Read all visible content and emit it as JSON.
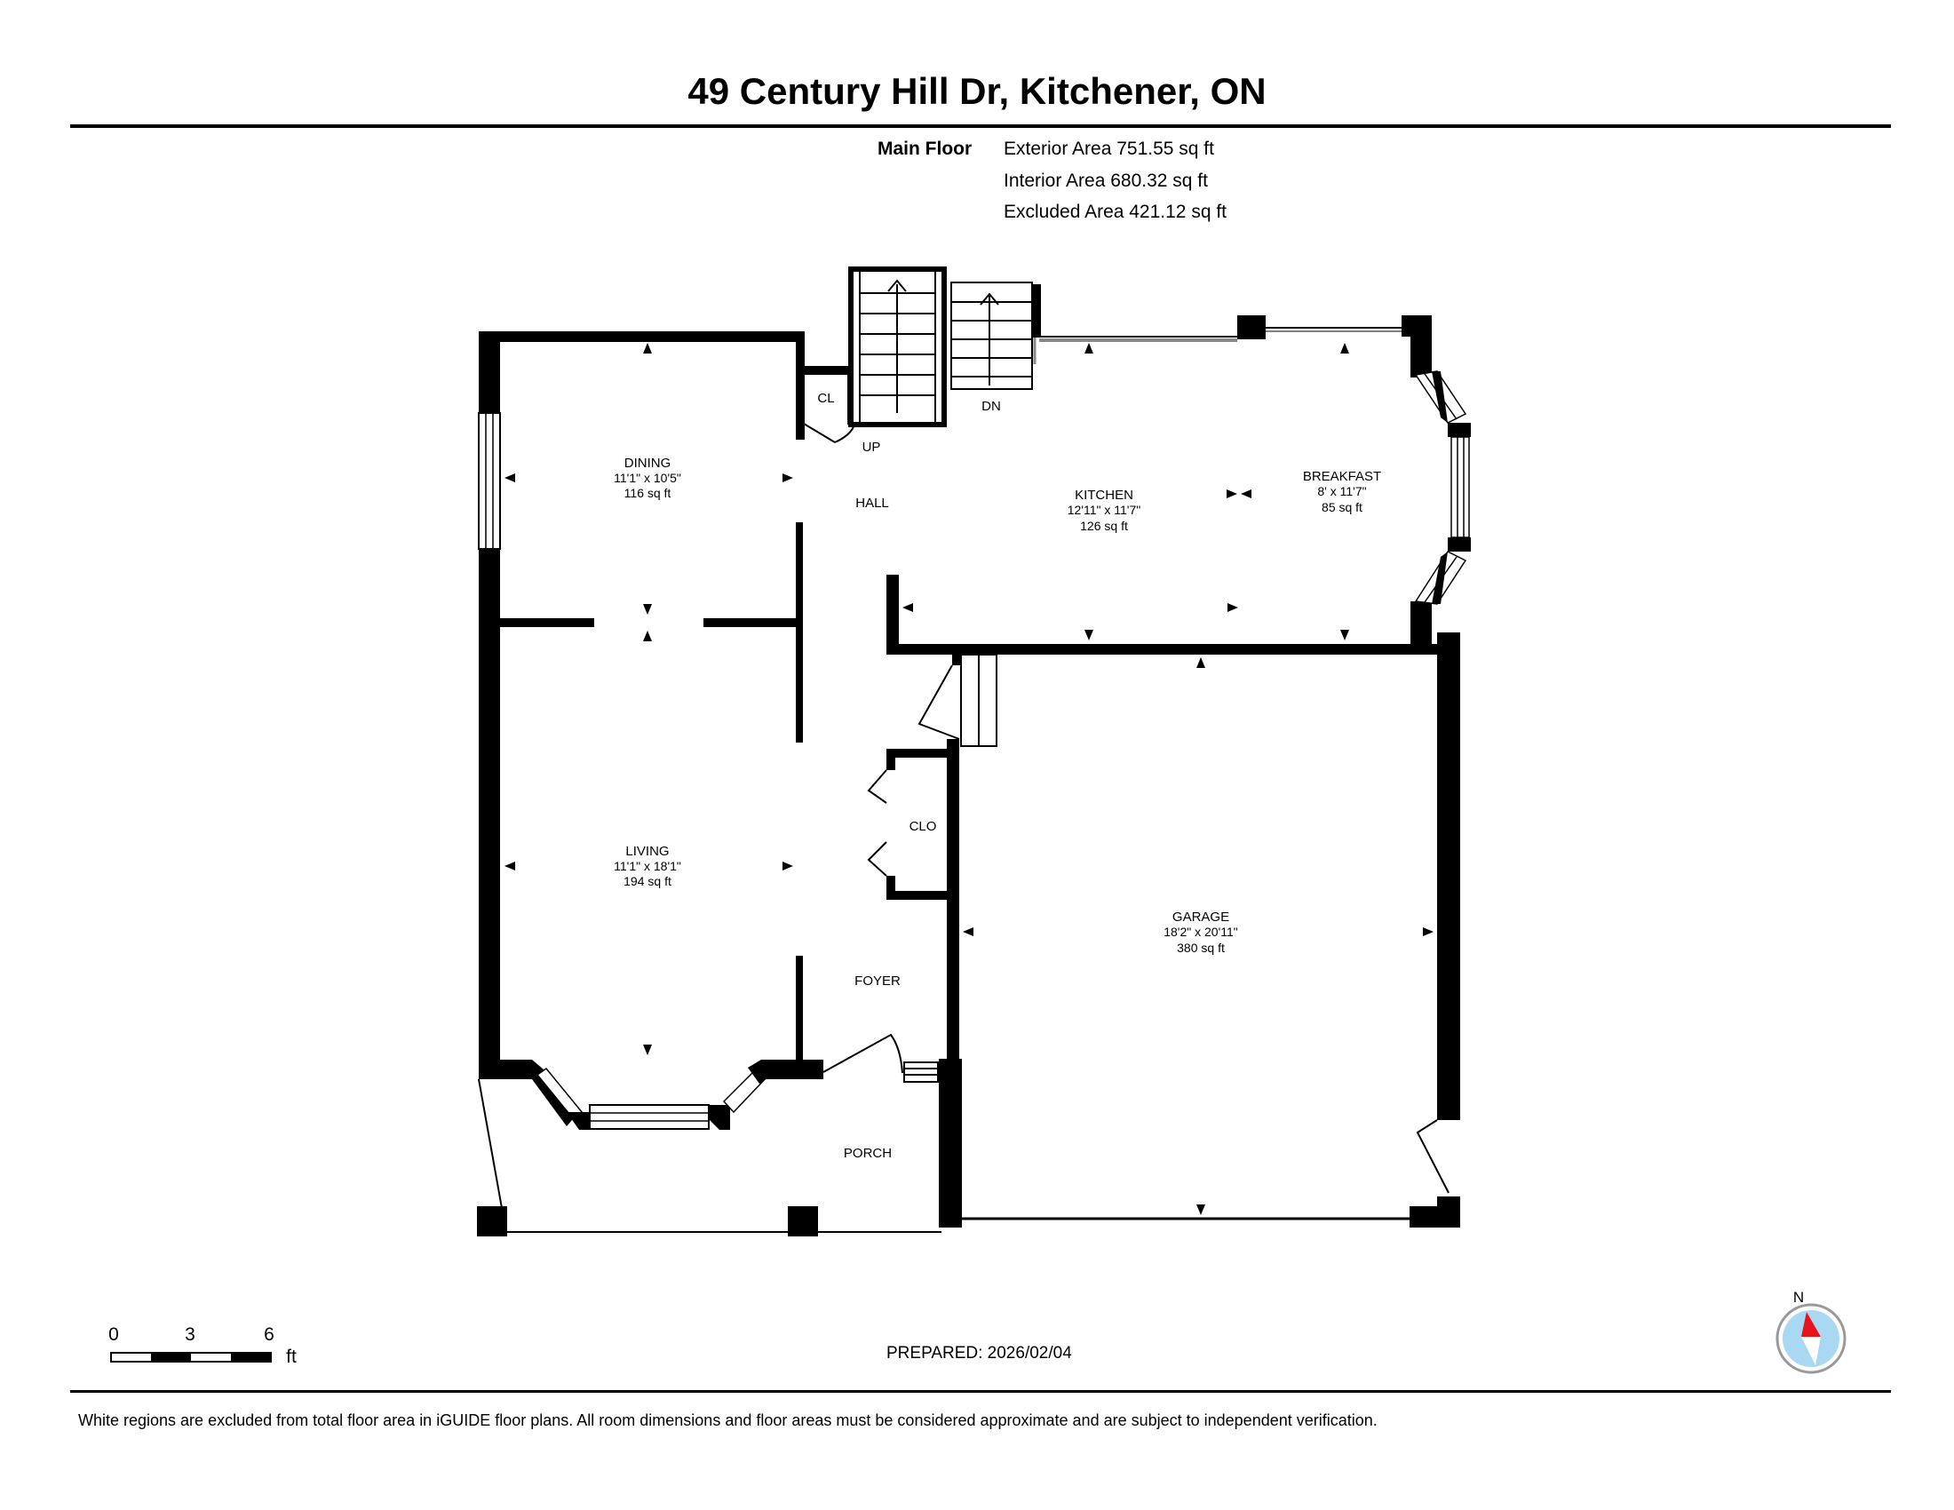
{
  "header": {
    "title": "49 Century Hill Dr, Kitchener, ON"
  },
  "summary": {
    "floor": "Main Floor",
    "exterior_area": "Exterior Area 751.55 sq ft",
    "interior_area": "Interior Area 680.32 sq ft",
    "excluded_area": "Excluded Area 421.12 sq ft"
  },
  "rooms": {
    "dining": {
      "name": "DINING",
      "dims": "11'1\" x 10'5\"",
      "area": "116 sq ft"
    },
    "living": {
      "name": "LIVING",
      "dims": "11'1\" x 18'1\"",
      "area": "194 sq ft"
    },
    "kitchen": {
      "name": "KITCHEN",
      "dims": "12'11\" x 11'7\"",
      "area": "126 sq ft"
    },
    "breakfast": {
      "name": "BREAKFAST",
      "dims": "8' x 11'7\"",
      "area": "85 sq ft"
    },
    "garage": {
      "name": "GARAGE",
      "dims": "18'2\" x 20'11\"",
      "area": "380 sq ft"
    },
    "hall": {
      "name": "HALL"
    },
    "foyer": {
      "name": "FOYER"
    },
    "porch": {
      "name": "PORCH"
    },
    "cl": {
      "name": "CL"
    },
    "clo": {
      "name": "CLO"
    }
  },
  "stairs": {
    "up": "UP",
    "down": "DN"
  },
  "scale": {
    "tick_0": "0",
    "tick_3": "3",
    "tick_6": "6",
    "unit": "ft"
  },
  "compass": {
    "north": "N"
  },
  "footer": {
    "prepared": "PREPARED: 2026/02/04",
    "disclaimer": "White regions are excluded from total floor area in iGUIDE floor plans. All room dimensions and floor areas must be considered approximate and are subject to independent verification."
  },
  "colors": {
    "wall": "#000000",
    "compass_needle": "#e8141c",
    "compass_face": "#a9d8f2"
  }
}
